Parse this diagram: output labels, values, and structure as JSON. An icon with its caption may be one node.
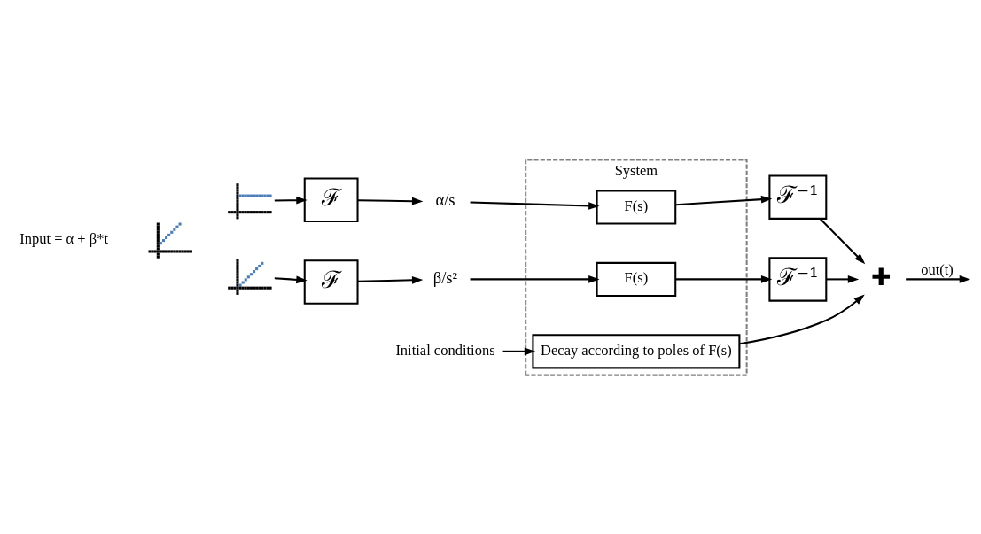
{
  "diagram": {
    "nodes": [
      {
        "text": [
          "Input = α + β*t"
        ]
      },
      {
        "text": [],
        "shape": "picture"
      },
      {
        "text": [],
        "shape": "picture"
      },
      {
        "text": [],
        "shape": "picture"
      },
      {
        "text": [
          "ℱ"
        ]
      },
      {
        "text": [
          "ℱ"
        ]
      },
      {
        "text": [
          "α/s"
        ]
      },
      {
        "text": [
          "β/s²"
        ]
      },
      {
        "text": [
          "System"
        ]
      },
      {
        "text": [
          "F(s)"
        ],
        "in": 8
      },
      {
        "text": [
          "F(s)"
        ],
        "in": 8
      },
      {
        "text": [
          "Decay according to poles of F(s)"
        ],
        "in": 8
      },
      {
        "text": [
          "ℱ⁻¹"
        ]
      },
      {
        "text": [
          "ℱ⁻¹"
        ]
      },
      {
        "text": [
          "✚"
        ]
      },
      {
        "text": [
          "Initial conditions"
        ]
      }
    ],
    "edges": [
      {
        "from": 2,
        "to": 4,
        "arrow": "to"
      },
      {
        "from": 3,
        "to": 5,
        "arrow": "to"
      },
      {
        "from": 4,
        "to": 6,
        "arrow": "to"
      },
      {
        "from": 5,
        "to": 7,
        "arrow": "to"
      },
      {
        "from": 6,
        "to": 9,
        "arrow": "to"
      },
      {
        "from": 7,
        "to": 10,
        "arrow": "to"
      },
      {
        "from": 9,
        "to": 12,
        "arrow": "to"
      },
      {
        "from": 10,
        "to": 13,
        "arrow": "to"
      },
      {
        "from": 12,
        "to": 14,
        "arrow": "to"
      },
      {
        "from": 13,
        "to": 14,
        "arrow": "to"
      },
      {
        "from": 15,
        "to": 11,
        "arrow": "to"
      },
      {
        "from": 11,
        "to": 14,
        "arrow": "to"
      },
      {
        "from": 14,
        "to": null,
        "arrow": "to",
        "label": "out(t)"
      }
    ]
  }
}
